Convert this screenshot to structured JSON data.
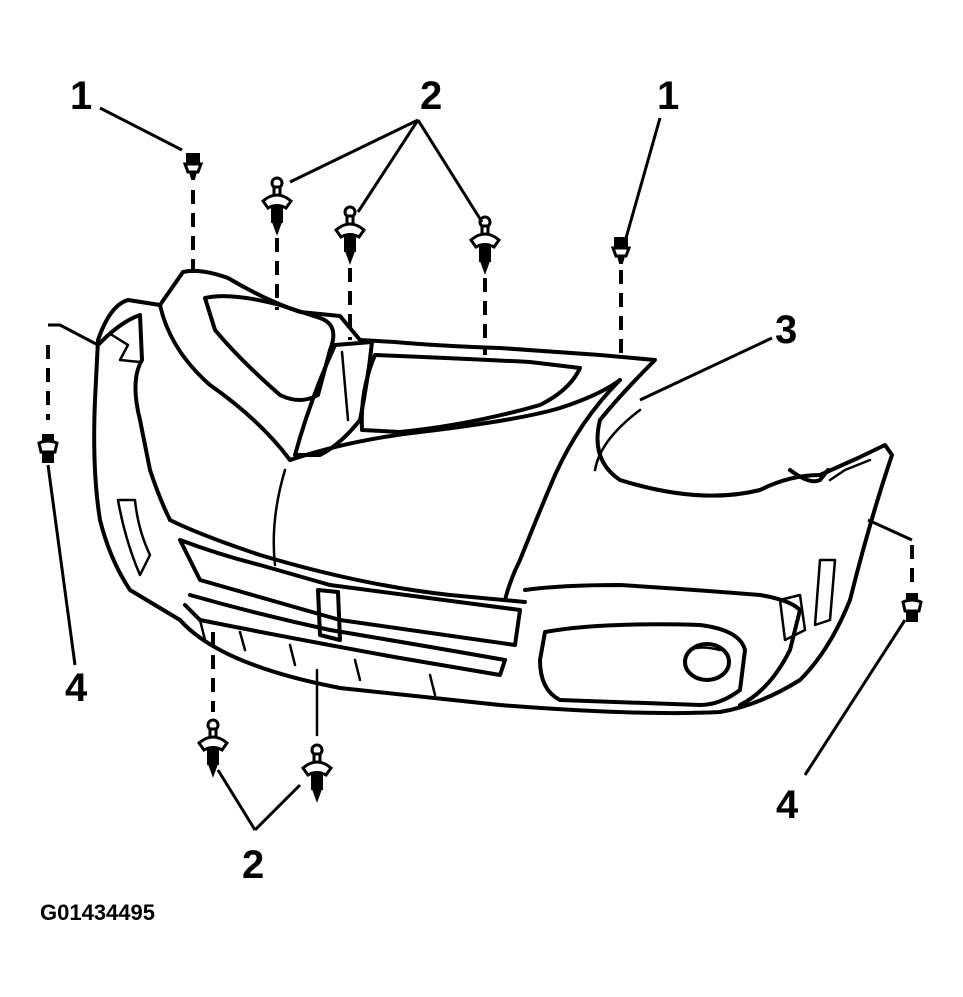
{
  "diagram": {
    "callouts": {
      "push_pin_top_left": "1",
      "push_pin_top_right": "1",
      "rivets_top": "2",
      "rivets_bottom": "2",
      "fascia": "3",
      "screw_left": "4",
      "screw_right": "4"
    },
    "figure_id": "G01434495",
    "colors": {
      "line": "#000000",
      "background": "#ffffff"
    }
  }
}
